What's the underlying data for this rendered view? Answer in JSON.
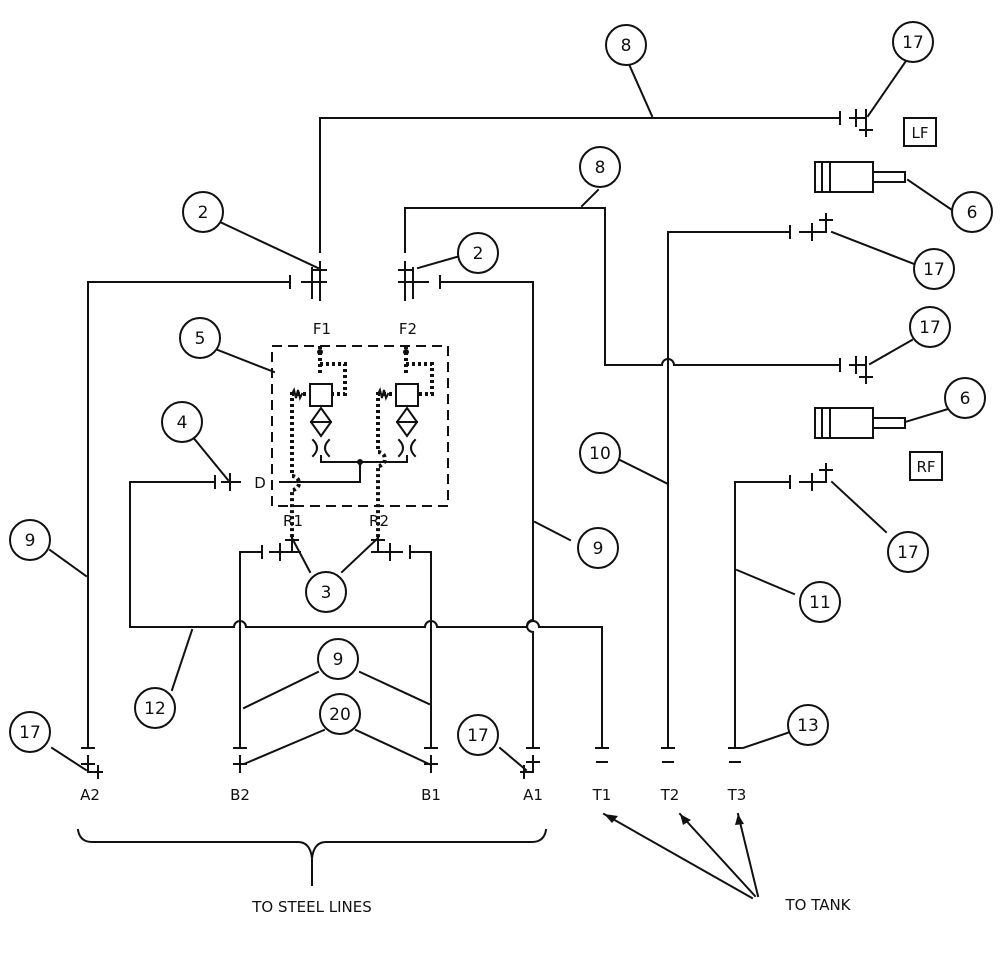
{
  "ports": {
    "F1": "F1",
    "F2": "F2",
    "D": "D",
    "R1": "R1",
    "R2": "R2",
    "A2": "A2",
    "B2": "B2",
    "B1": "B1",
    "A1": "A1",
    "T1": "T1",
    "T2": "T2",
    "T3": "T3"
  },
  "cylinders": {
    "left_front": "LF",
    "right_front": "RF"
  },
  "notes": {
    "steel_lines": "TO STEEL LINES",
    "tank": "TO TANK"
  },
  "balloons": {
    "b8_top": "8",
    "b17_top": "17",
    "b8_mid": "8",
    "b2_left": "2",
    "b2_right": "2",
    "b6_top": "6",
    "b17_t2": "17",
    "b17_rf": "17",
    "b5": "5",
    "b6_bot": "6",
    "b4": "4",
    "b10": "10",
    "b9_right": "9",
    "b9_left": "9",
    "b3": "3",
    "b17_t3": "17",
    "b11": "11",
    "b12": "12",
    "b9_bottom": "9",
    "b20": "20",
    "b17_a2": "17",
    "b17_a1": "17",
    "b13": "13"
  }
}
